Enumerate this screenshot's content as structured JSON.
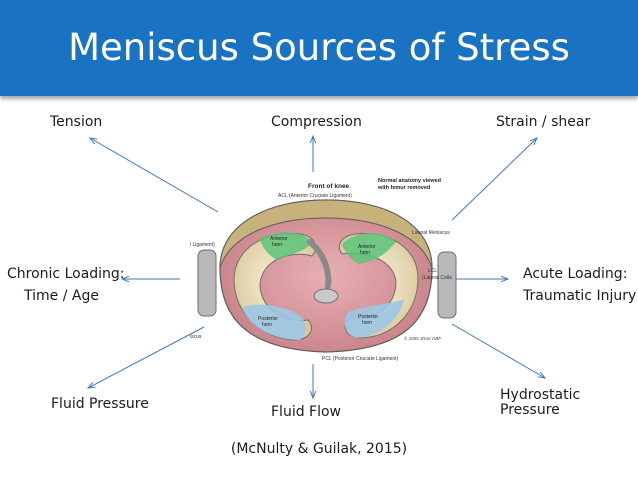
{
  "slide": {
    "title": "Meniscus Sources of Stress",
    "citation": "(McNulty & Guilak, 2015)"
  },
  "labels": {
    "tension": "Tension",
    "compression": "Compression",
    "strain_shear": "Strain / shear",
    "chronic_line1": "Chronic Loading:",
    "chronic_line2": "Time / Age",
    "acute_line1": "Acute Loading:",
    "acute_line2": "Traumatic Injury",
    "fluid_pressure": "Fluid Pressure",
    "fluid_flow": "Fluid Flow",
    "hydrostatic_line1": "Hydrostatic",
    "hydrostatic_line2": "Pressure"
  },
  "figure": {
    "front_of_knee": "Front of knee",
    "acl": "ACL (Anterior Cruciate Ligament)",
    "normal_line1": "Normal anatomy viewed",
    "normal_line2": "with femur removed",
    "lateral_meniscus": "Lateral Meniscus",
    "lcl_line1": "LCL",
    "lcl_line2": "(Lateral Colla",
    "ligament_left": "l Ligament)",
    "iscus_left": "iscus",
    "anterior_horn_left_1": "Anterior",
    "anterior_horn_left_2": "horn",
    "anterior_horn_right_1": "Anterior",
    "anterior_horn_right_2": "horn",
    "posterior_horn_left_1": "Posterior",
    "posterior_horn_left_2": "horn",
    "posterior_horn_right_1": "Posterior",
    "posterior_horn_right_2": "horn",
    "pcl": "PCL (Posterior Cruciate Ligament)",
    "copyright": "© 2005 JRarr DBF"
  },
  "colors": {
    "header_blue": "#1a72c3",
    "arrow_blue": "#3a78c8",
    "horn_green": "#5cc47a",
    "horn_blue": "#9cc6e6",
    "meniscus_tan": "#ece0b8",
    "cartilage_pink": "#d89aa0"
  }
}
